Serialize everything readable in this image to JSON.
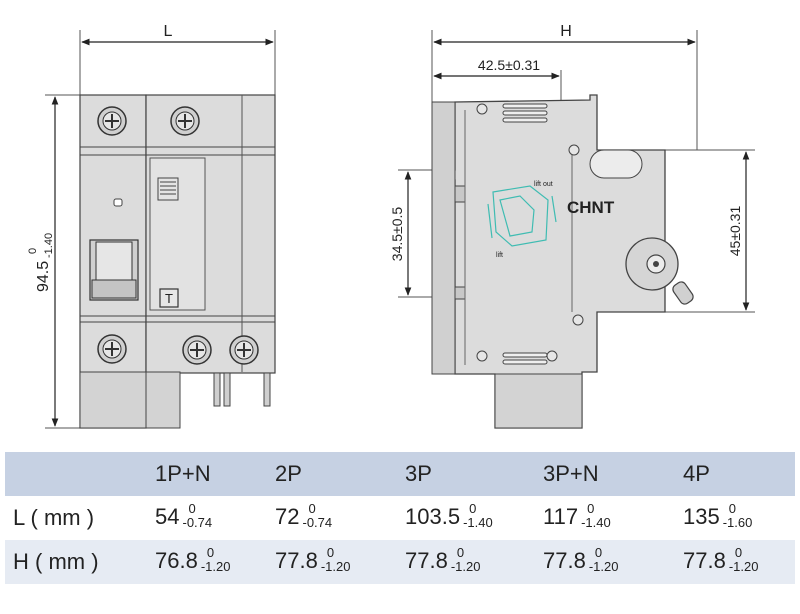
{
  "front_view": {
    "dim_width_label": "L",
    "dim_height_value": "94.5",
    "dim_height_tol_upper": "0",
    "dim_height_tol_lower": "-1.40",
    "test_button_label": "T"
  },
  "side_view": {
    "dim_width_label": "H",
    "dim_depth": "42.5±0.31",
    "dim_rail": "34.5±0.5",
    "dim_front": "45±0.31",
    "brand": "CHNT",
    "lift_out_label": "lift out",
    "lift_label": "lift"
  },
  "table": {
    "headers": [
      "",
      "1P+N",
      "2P",
      "3P",
      "3P+N",
      "4P"
    ],
    "rows": [
      {
        "label": "L ( mm )",
        "cells": [
          {
            "value": "54",
            "upper": "0",
            "lower": "-0.74"
          },
          {
            "value": "72",
            "upper": "0",
            "lower": "-0.74"
          },
          {
            "value": "103.5",
            "upper": "0",
            "lower": "-1.40"
          },
          {
            "value": "117",
            "upper": "0",
            "lower": "-1.40"
          },
          {
            "value": "135",
            "upper": "0",
            "lower": "-1.60"
          }
        ]
      },
      {
        "label": "H ( mm )",
        "cells": [
          {
            "value": "76.8",
            "upper": "0",
            "lower": "-1.20"
          },
          {
            "value": "77.8",
            "upper": "0",
            "lower": "-1.20"
          },
          {
            "value": "77.8",
            "upper": "0",
            "lower": "-1.20"
          },
          {
            "value": "77.8",
            "upper": "0",
            "lower": "-1.20"
          },
          {
            "value": "77.8",
            "upper": "0",
            "lower": "-1.20"
          }
        ]
      }
    ]
  },
  "colors": {
    "header_row": "#c6d1e3",
    "alt_row": "#e6ebf3",
    "body_fill": "#dcdcdc",
    "body_stroke": "#444444",
    "sketch": "#3fbcb2"
  }
}
